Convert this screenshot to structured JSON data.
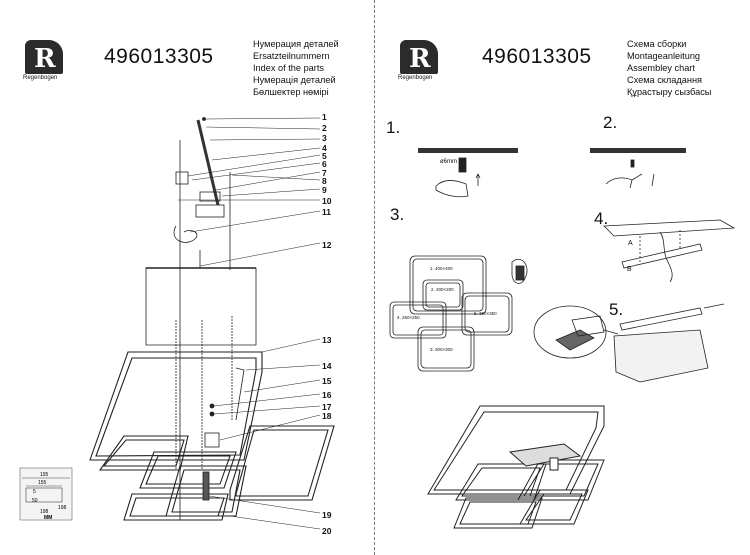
{
  "left_page": {
    "brand": "Regenbogen",
    "part_number": "496013305",
    "titles": [
      "Нумерация деталей",
      "Ersatzteilnummern",
      "Index of the parts",
      "Нумерація деталей",
      "Бөлшектер нөмірі"
    ],
    "callouts": [
      "1",
      "2",
      "3",
      "4",
      "5",
      "6",
      "7",
      "8",
      "9",
      "10",
      "11",
      "12",
      "13",
      "14",
      "15",
      "16",
      "17",
      "18",
      "19",
      "20"
    ],
    "dimensions": {
      "d1": "195",
      "d2": "155",
      "d3": "5",
      "d4": "50",
      "d5": "198",
      "d6": "198",
      "unit": "MM"
    }
  },
  "right_page": {
    "brand": "Regenbogen",
    "part_number": "496013305",
    "titles": [
      "Схема сборки",
      "Montageanleitung",
      "Assembley chart",
      "Схема складання",
      "Құрастыру сызбасы"
    ],
    "steps": [
      "1.",
      "2.",
      "3.",
      "4.",
      "5."
    ],
    "drill_label": "ø6mm",
    "frame_labels": [
      "1. 400×400",
      "2. 200×200",
      "3. 300×300",
      "4. 250×250",
      "5. 350×350"
    ],
    "bracket_labels": {
      "a": "A",
      "b": "B"
    }
  }
}
